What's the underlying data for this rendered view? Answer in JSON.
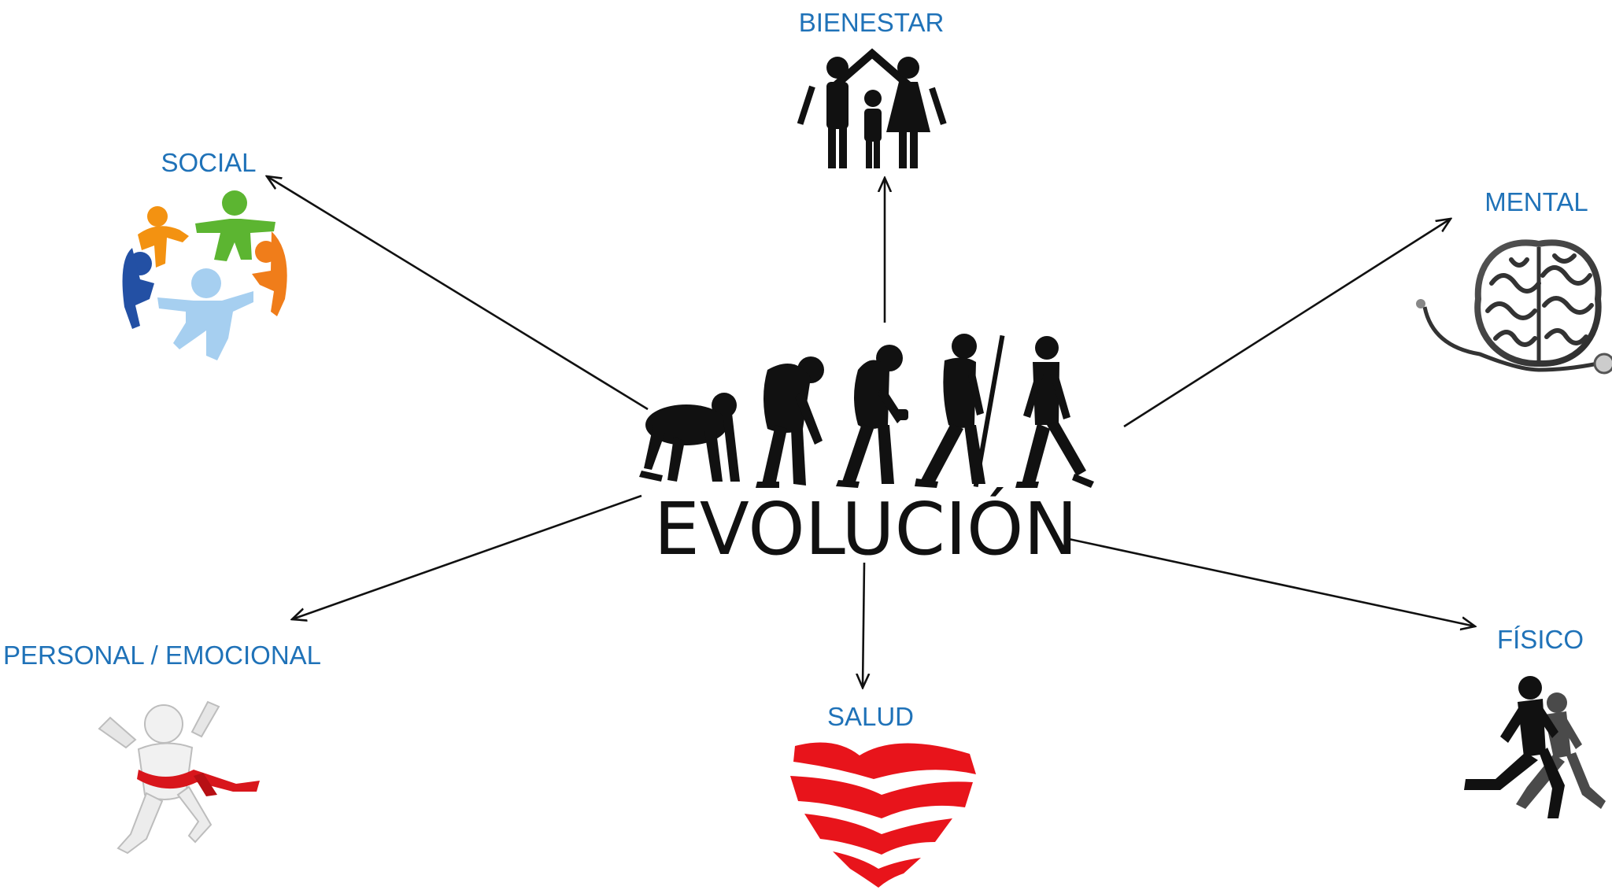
{
  "center": {
    "title": "EVOLUCIÓN"
  },
  "nodes": {
    "bienestar": "BIENESTAR",
    "social": "SOCIAL",
    "mental": "MENTAL",
    "personal": "PERSONAL / EMOCIONAL",
    "salud": "SALUD",
    "fisico": "FÍSICO"
  },
  "colors": {
    "label": "#1f72b8",
    "silhouette": "#111111",
    "heart": "#e8141b",
    "ribbon": "#d8161c"
  },
  "icons": {
    "center": "human-evolution-icon",
    "bienestar": "family-house-icon",
    "social": "people-circle-icon",
    "mental": "brain-stethoscope-icon",
    "personal": "finish-line-runner-icon",
    "salud": "heart-icon",
    "fisico": "runners-icon"
  }
}
